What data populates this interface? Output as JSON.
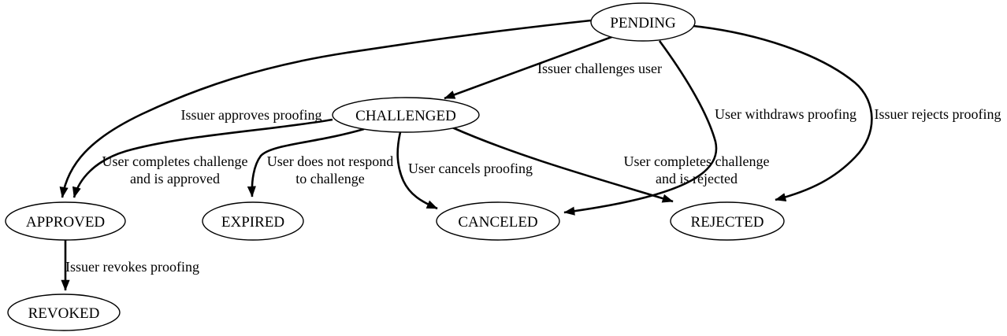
{
  "diagram": {
    "kind": "state-diagram",
    "colors": {
      "background": "#ffffff",
      "node_fill": "#ffffff",
      "stroke": "#000000",
      "text": "#000000"
    },
    "nodes": {
      "pending": {
        "label": "PENDING"
      },
      "challenged": {
        "label": "CHALLENGED"
      },
      "approved": {
        "label": "APPROVED"
      },
      "expired": {
        "label": "EXPIRED"
      },
      "canceled": {
        "label": "CANCELED"
      },
      "rejected": {
        "label": "REJECTED"
      },
      "revoked": {
        "label": "REVOKED"
      }
    },
    "edges": {
      "pending_challenged": {
        "from": "PENDING",
        "to": "CHALLENGED",
        "label_lines": [
          "Issuer challenges user"
        ]
      },
      "pending_approved": {
        "from": "PENDING",
        "to": "APPROVED",
        "label_lines": [
          "Issuer approves proofing"
        ]
      },
      "pending_canceled": {
        "from": "PENDING",
        "to": "CANCELED",
        "label_lines": [
          "User withdraws proofing"
        ]
      },
      "pending_rejected": {
        "from": "PENDING",
        "to": "REJECTED",
        "label_lines": [
          "Issuer rejects proofing"
        ]
      },
      "challenged_approved": {
        "from": "CHALLENGED",
        "to": "APPROVED",
        "label_lines": [
          "User completes challenge",
          "and is approved"
        ]
      },
      "challenged_expired": {
        "from": "CHALLENGED",
        "to": "EXPIRED",
        "label_lines": [
          "User does not respond",
          "to challenge"
        ]
      },
      "challenged_canceled": {
        "from": "CHALLENGED",
        "to": "CANCELED",
        "label_lines": [
          "User cancels proofing"
        ]
      },
      "challenged_rejected": {
        "from": "CHALLENGED",
        "to": "REJECTED",
        "label_lines": [
          "User completes challenge",
          "and is rejected"
        ]
      },
      "approved_revoked": {
        "from": "APPROVED",
        "to": "REVOKED",
        "label_lines": [
          "Issuer revokes proofing"
        ]
      }
    }
  }
}
